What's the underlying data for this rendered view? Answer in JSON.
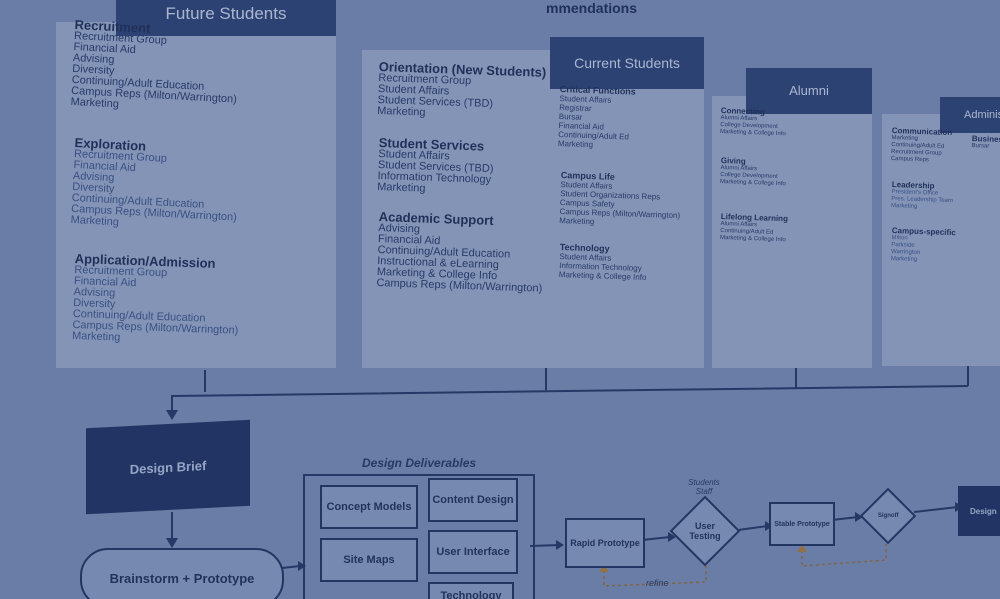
{
  "future_students": {
    "header": "Future Students",
    "sections": [
      {
        "title": "Recruitment",
        "items": [
          "Recruitment Group",
          "Financial Aid",
          "Advising",
          "Diversity",
          "Continuing/Adult Education",
          "Campus Reps (Milton/Warrington)",
          "Marketing"
        ]
      },
      {
        "title": "Exploration",
        "items": [
          "Recruitment Group",
          "Financial Aid",
          "Advising",
          "Diversity",
          "Continuing/Adult Education",
          "Campus Reps (Milton/Warrington)",
          "Marketing"
        ]
      },
      {
        "title": "Application/Admission",
        "items": [
          "Recruitment Group",
          "Financial Aid",
          "Advising",
          "Diversity",
          "Continuing/Adult Education",
          "Campus Reps (Milton/Warrington)",
          "Marketing"
        ]
      }
    ]
  },
  "middle_column": {
    "sections": [
      {
        "title": "Orientation (New Students)",
        "items": [
          "Recruitment Group",
          "Student Affairs",
          "Student Services (TBD)",
          "Marketing"
        ]
      },
      {
        "title": "Student Services",
        "items": [
          "Student Affairs",
          "Student Services (TBD)",
          "Information Technology",
          "Marketing"
        ]
      },
      {
        "title": "Academic Support",
        "items": [
          "Advising",
          "Financial Aid",
          "Continuing/Adult Education",
          "Instructional & eLearning",
          "Marketing & College Info",
          "Campus Reps (Milton/Warrington)"
        ]
      }
    ]
  },
  "current_students": {
    "header": "Current Students",
    "sections": [
      {
        "title": "Critical Functions",
        "items": [
          "Student Affairs",
          "Registrar",
          "Bursar",
          "Financial Aid",
          "Continuing/Adult Ed",
          "Marketing"
        ]
      },
      {
        "title": "Campus Life",
        "items": [
          "Student Affairs",
          "Student Organizations Reps",
          "Campus Safety",
          "Campus Reps (Milton/Warrington)",
          "Marketing"
        ]
      },
      {
        "title": "Technology",
        "items": [
          "Student Affairs",
          "Information Technology",
          "Marketing & College Info"
        ]
      }
    ]
  },
  "alumni": {
    "header": "Alumni",
    "sections": [
      {
        "title": "Connecting",
        "items": [
          "Alumni Affairs",
          "College Development",
          "Marketing & College Info"
        ]
      },
      {
        "title": "Giving",
        "items": [
          "Alumni Affairs",
          "College Development",
          "Marketing & College Info"
        ]
      },
      {
        "title": "Lifelong Learning",
        "items": [
          "Alumni Affairs",
          "Continuing/Adult Ed",
          "Marketing & College Info"
        ]
      }
    ]
  },
  "admin": {
    "header": "Administration",
    "sections": [
      {
        "title": "Communication",
        "items": [
          "Marketing",
          "Continuing/Adult Ed",
          "Recruitment Group",
          "Campus Reps"
        ]
      },
      {
        "title": "Leadership",
        "items": [
          "President's Office",
          "Pres. Leadership Team",
          "Marketing"
        ]
      },
      {
        "title": "Campus-specific",
        "items": [
          "Milton",
          "Parkside",
          "Warrington",
          "Marketing"
        ]
      },
      {
        "title": "Business",
        "items": [
          "Bursar"
        ]
      }
    ]
  },
  "top_fragment": "mmendations",
  "flow": {
    "design_brief": "Design Brief",
    "brainstorm": "Brainstorm + Prototype",
    "deliverables_title": "Design Deliverables",
    "deliverables": [
      "Concept Models",
      "Content Design",
      "Site Maps",
      "User Interface",
      "Technology"
    ],
    "rapid_prototype": "Rapid Prototype",
    "user_testing": "User Testing",
    "testers": "Students Staff",
    "refine": "refine",
    "stable_prototype": "Stable Prototype",
    "signoff": "Signoff",
    "final": "Design"
  },
  "colors": {
    "overlay": "#4a6393",
    "header": "#2c416f",
    "panel": "#a8b6d0",
    "node": "#1d2d58"
  }
}
